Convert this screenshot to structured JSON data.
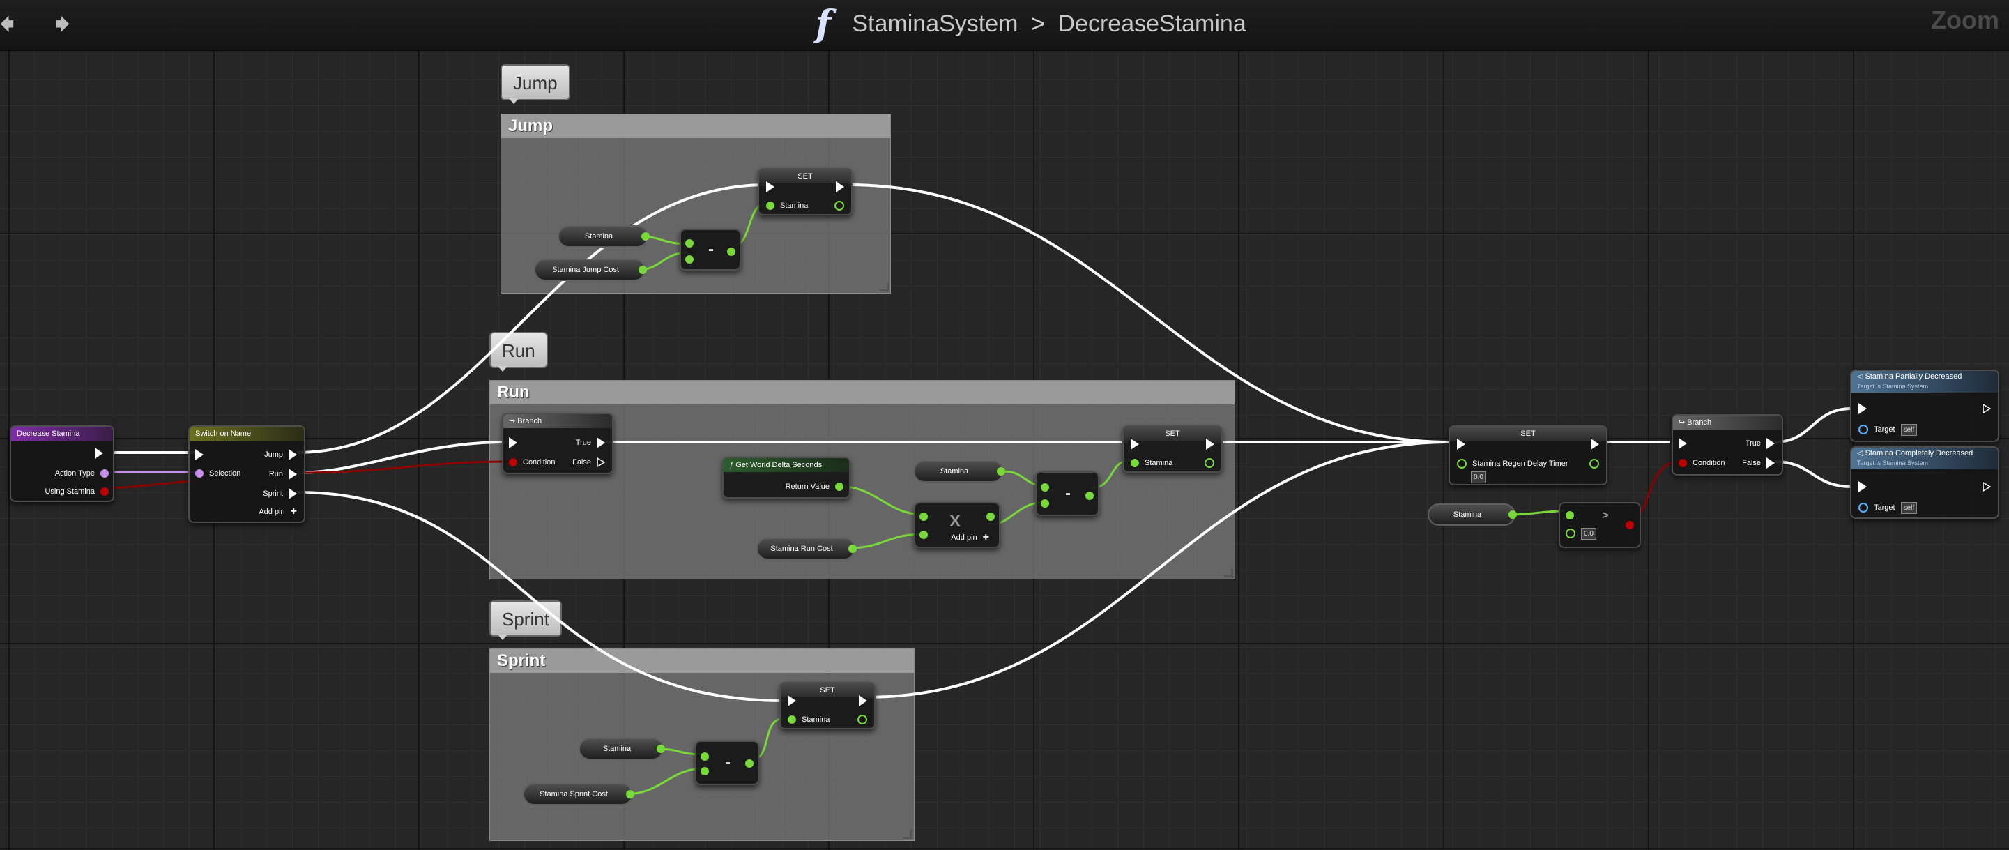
{
  "toolbar": {
    "back_icon": "arrow-left-icon",
    "forward_icon": "arrow-right-icon",
    "function_icon": "f",
    "breadcrumb_parent": "StaminaSystem",
    "breadcrumb_separator": ">",
    "breadcrumb_current": "DecreaseStamina",
    "zoom_label": "Zoom"
  },
  "comments": {
    "jump": {
      "bubble": "Jump",
      "title": "Jump"
    },
    "run": {
      "bubble": "Run",
      "title": "Run"
    },
    "sprint": {
      "bubble": "Sprint",
      "title": "Sprint"
    }
  },
  "nodes": {
    "decrease_stamina": {
      "title": "Decrease Stamina",
      "action_type": "Action Type",
      "using_stamina": "Using Stamina"
    },
    "switch_on_name": {
      "title": "Switch on Name",
      "selection": "Selection",
      "jump": "Jump",
      "run": "Run",
      "sprint": "Sprint",
      "add_pin": "Add pin"
    },
    "jump_set": {
      "title": "SET",
      "stamina": "Stamina"
    },
    "jump_subtract": {
      "operator": "-"
    },
    "jump_var_stamina": {
      "label": "Stamina"
    },
    "jump_var_cost": {
      "label": "Stamina Jump Cost"
    },
    "run_branch": {
      "title": "Branch",
      "condition": "Condition",
      "true_label": "True",
      "false_label": "False"
    },
    "world_delta": {
      "title": "Get World Delta Seconds",
      "return_value": "Return Value"
    },
    "run_var_cost": {
      "label": "Stamina Run Cost"
    },
    "run_multiply": {
      "operator": "X",
      "add_pin": "Add pin"
    },
    "run_var_stamina": {
      "label": "Stamina"
    },
    "run_subtract": {
      "operator": "-"
    },
    "run_set": {
      "title": "SET",
      "stamina": "Stamina"
    },
    "sprint_set": {
      "title": "SET",
      "stamina": "Stamina"
    },
    "sprint_subtract": {
      "operator": "-"
    },
    "sprint_var_stamina": {
      "label": "Stamina"
    },
    "sprint_var_cost": {
      "label": "Stamina Sprint Cost"
    },
    "regen_set": {
      "title": "SET",
      "timer": "Stamina Regen Delay Timer",
      "value": "0.0"
    },
    "compare_var_stamina": {
      "label": "Stamina"
    },
    "compare": {
      "operator": ">",
      "value": "0.0"
    },
    "final_branch": {
      "title": "Branch",
      "condition": "Condition",
      "true_label": "True",
      "false_label": "False"
    },
    "partially_decreased": {
      "title": "Stamina Partially Decreased",
      "subtitle": "Target is Stamina System",
      "target": "Target",
      "self": "self"
    },
    "completely_decreased": {
      "title": "Stamina Completely Decreased",
      "subtitle": "Target is Stamina System",
      "target": "Target",
      "self": "self"
    }
  },
  "colors": {
    "background": "#262626",
    "exec_wire": "#ffffff",
    "float_wire": "#7ad93a",
    "bool_wire": "#8b0000",
    "name_wire": "#c58ee8",
    "function_header": "#7e2da5",
    "message_header": "#4e7494"
  }
}
